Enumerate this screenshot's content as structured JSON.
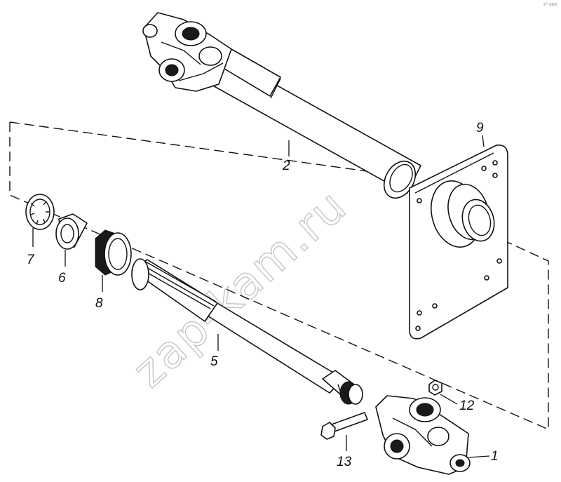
{
  "watermark": "zap-kam.ru",
  "corner_mark": "z° ooo",
  "callouts": {
    "c1": "1",
    "c2": "2",
    "c5": "5",
    "c6": "6",
    "c7": "7",
    "c8": "8",
    "c9": "9",
    "c12": "12",
    "c13": "13"
  }
}
